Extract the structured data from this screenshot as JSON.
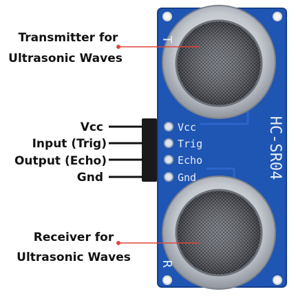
{
  "colors": {
    "pcb": "#1f55b3",
    "pcb_dark": "#163f8a",
    "silk": "#e8eef8",
    "metal": "#c9ccd2",
    "mesh": "#4a4d55",
    "pin": "#111111",
    "pointer": "#e0453a"
  },
  "labels": {
    "transmitter_line1": "Transmitter for",
    "transmitter_line2": "Ultrasonic Waves",
    "receiver_line1": "Receiver for",
    "receiver_line2": "Ultrasonic Waves",
    "vcc": "Vcc",
    "trig": "Input (Trig)",
    "echo": "Output (Echo)",
    "gnd": "Gnd"
  },
  "board": {
    "model": "HC-SR04",
    "letter_t": "T",
    "letter_r": "R",
    "pin_vcc": "Vcc",
    "pin_trig": "Trig",
    "pin_echo": "Echo",
    "pin_gnd": "Gnd"
  }
}
